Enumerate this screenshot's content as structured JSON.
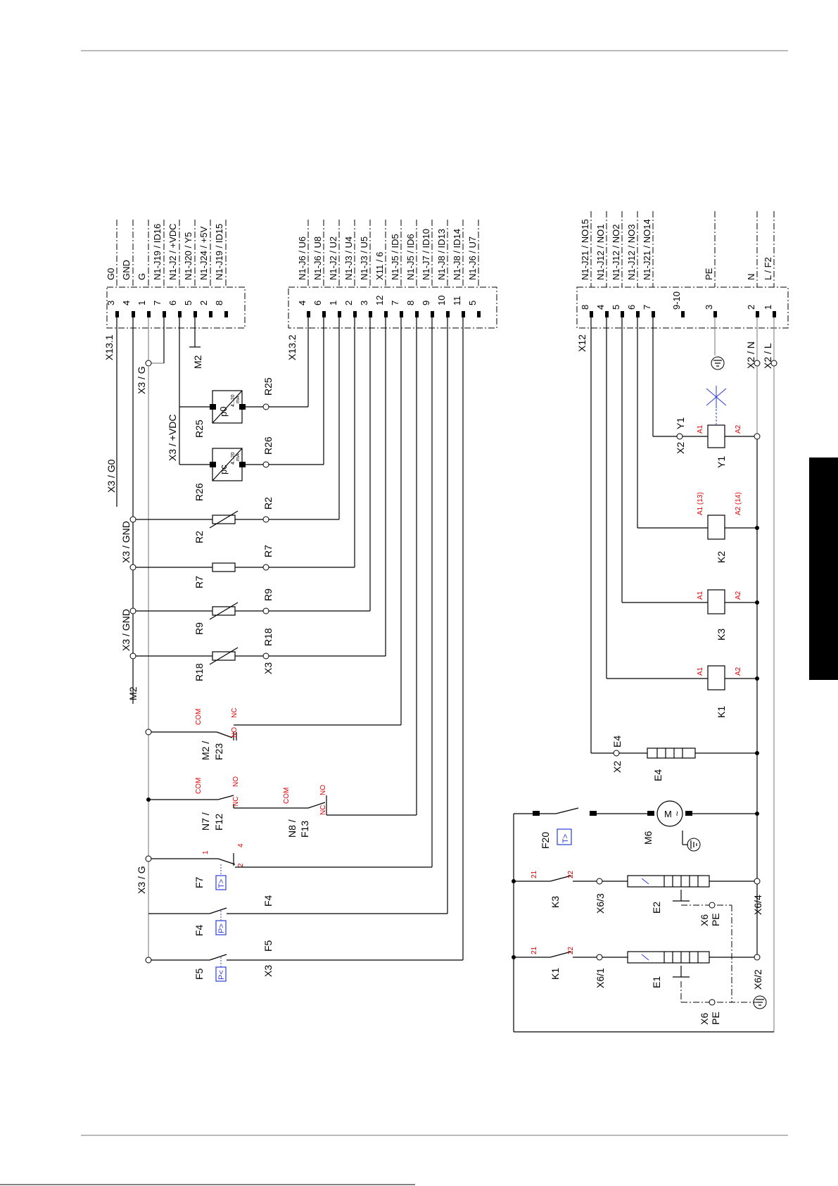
{
  "x13_1": {
    "title": "X13.1",
    "pins": [
      {
        "n": "3",
        "sig": "G0"
      },
      {
        "n": "4",
        "sig": "GND"
      },
      {
        "n": "1",
        "sig": "G"
      },
      {
        "n": "7",
        "sig": "N1-J19 / ID16"
      },
      {
        "n": "6",
        "sig": "N1-J2 / +VDC"
      },
      {
        "n": "5",
        "sig": "N1-J20 / Y5"
      },
      {
        "n": "2",
        "sig": "N1-J24 / +5V"
      },
      {
        "n": "8",
        "sig": "N1-J19 / ID15"
      }
    ]
  },
  "x13_2": {
    "title": "X13.2",
    "pins": [
      {
        "n": "4",
        "sig": "N1-J6 / U6"
      },
      {
        "n": "6",
        "sig": "N1-J6 / U8"
      },
      {
        "n": "1",
        "sig": "N1-J2 / U2"
      },
      {
        "n": "2",
        "sig": "N1-J3 / U4"
      },
      {
        "n": "3",
        "sig": "N1-J3 / U5"
      },
      {
        "n": "12",
        "sig": "X11 / 6"
      },
      {
        "n": "7",
        "sig": "N1-J5 / ID5"
      },
      {
        "n": "8",
        "sig": "N1-J5 / ID6"
      },
      {
        "n": "9",
        "sig": "N1-J7 / ID10"
      },
      {
        "n": "10",
        "sig": "N1-J8 / ID13"
      },
      {
        "n": "11",
        "sig": "N1-J8 / ID14"
      },
      {
        "n": "5",
        "sig": "N1-J6 / U7"
      }
    ]
  },
  "x12": {
    "title": "X12",
    "pins": [
      {
        "n": "8",
        "sig": "N1-J21 / NO15"
      },
      {
        "n": "4",
        "sig": "N1-J12 / NO1"
      },
      {
        "n": "5",
        "sig": "N1-J12 / NO2"
      },
      {
        "n": "6",
        "sig": "N1-J12 / NO3"
      },
      {
        "n": "7",
        "sig": "N1-J21 / NO14"
      },
      {
        "n": "9-10",
        "sig": ""
      },
      {
        "n": "3",
        "sig": "PE"
      },
      {
        "n": "2",
        "sig": "N"
      },
      {
        "n": "1",
        "sig": "L / F2"
      }
    ]
  },
  "labels": {
    "x3_g0": "X3 / G0",
    "x3_g": "X3 / G",
    "m2": "M2",
    "x3_vdc": "X3 / +VDC",
    "x3_gnd": "X3 / GND",
    "x3": "X3",
    "x2_n": "X2 / N",
    "x2_l": "X2 / L",
    "x2": "X2",
    "x6_pe": "X6",
    "pe": "PE",
    "x6_4": "X6/4",
    "x6_2": "X6/2",
    "x6_3": "X6/3",
    "x6_1": "X6/1"
  },
  "sensors": [
    {
      "name": "R25",
      "wire": "R25",
      "sym": "p0",
      "range": "4...20",
      "unit": "mA"
    },
    {
      "name": "R26",
      "wire": "R26",
      "sym": "pc",
      "range": "4...20",
      "unit": "mA"
    },
    {
      "name": "R2",
      "wire": "R2"
    },
    {
      "name": "R7",
      "wire": "R7"
    },
    {
      "name": "R9",
      "wire": "R9"
    },
    {
      "name": "R18",
      "wire": "R18"
    }
  ],
  "switches": [
    {
      "name": "M2 /",
      "name2": "F23",
      "com": "COM",
      "no": "NO",
      "nc": "NC"
    },
    {
      "name": "N7 /",
      "name2": "F12",
      "com": "COM",
      "no": "NO",
      "nc": "NC"
    },
    {
      "name": "N8 /",
      "name2": "F13",
      "com": "COM",
      "no": "NO",
      "nc": "NC"
    },
    {
      "name": "F7",
      "p1": "1",
      "p2": "2",
      "p4": "4",
      "sym": "T>"
    },
    {
      "name": "F4",
      "wire": "F4",
      "sym": "P>"
    },
    {
      "name": "F5",
      "wire": "F5",
      "sym": "P<"
    }
  ],
  "right": {
    "y1": {
      "name": "Y1",
      "wire": "Y1",
      "a1": "A1",
      "a2": "A2"
    },
    "k2": {
      "name": "K2",
      "a1": "A1 (13)",
      "a2": "A2 (14)"
    },
    "k3": {
      "name": "K3",
      "a1": "A1",
      "a2": "A2",
      "c21": "21",
      "c22": "22"
    },
    "k1": {
      "name": "K1",
      "a1": "A1",
      "a2": "A2",
      "c21": "21",
      "c22": "22"
    },
    "e4": {
      "name": "E4",
      "wire": "E4"
    },
    "m6": {
      "name": "M6"
    },
    "f20": {
      "name": "F20",
      "sym": "T>"
    },
    "e2": {
      "name": "E2"
    },
    "e1": {
      "name": "E1"
    }
  },
  "colors": {
    "wire": "#000000",
    "grey_wire": "#8c8c8c",
    "red_text": "#e00000",
    "blue_symbol": "#2a3cd8",
    "tab": "#000000"
  }
}
